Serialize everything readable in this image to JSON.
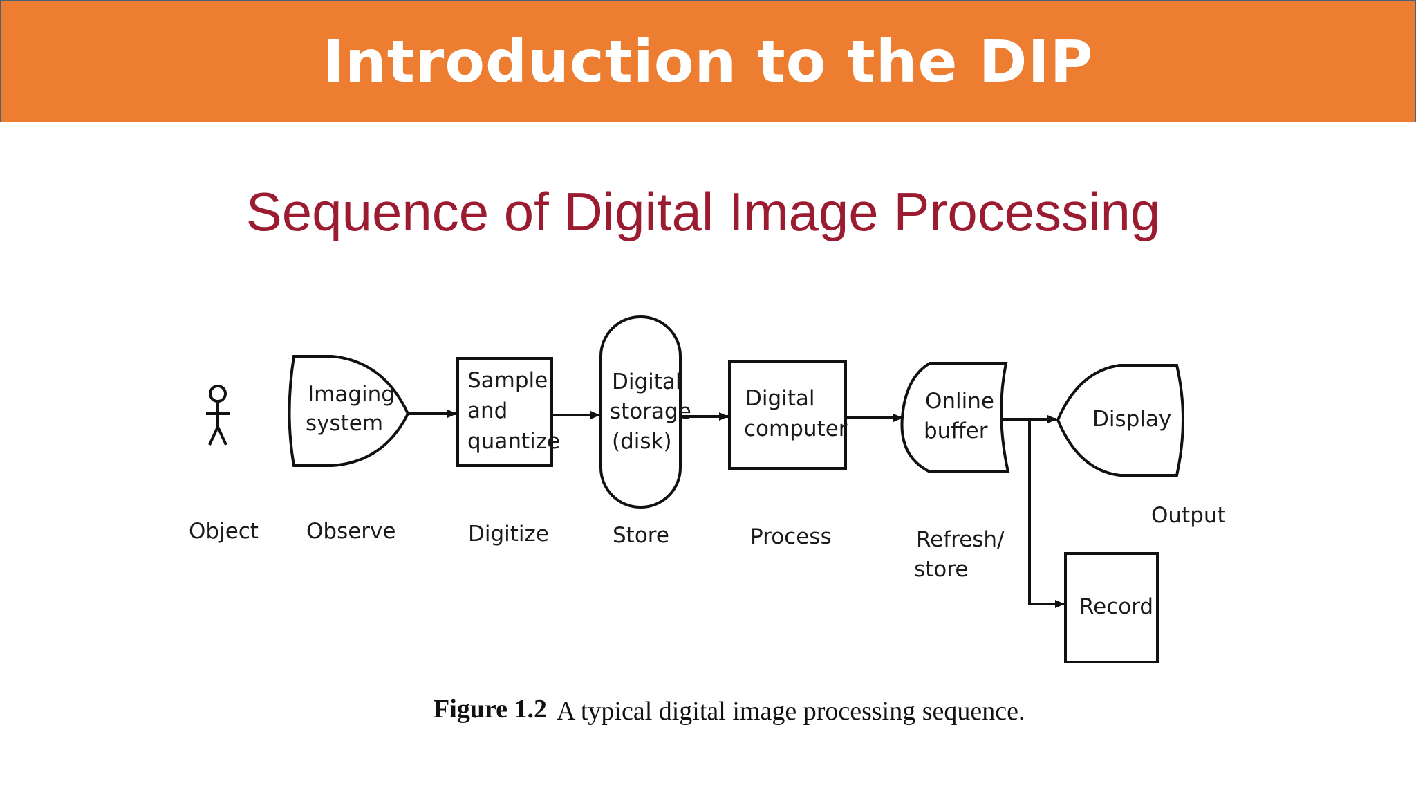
{
  "header": {
    "title": "Introduction to the DIP"
  },
  "diagram": {
    "title": "Sequence of Digital Image Processing",
    "nodes": {
      "imaging_system": [
        "Imaging",
        "system"
      ],
      "sample_quantize": [
        "Sample",
        "and",
        "quantize"
      ],
      "digital_storage": [
        "Digital",
        "storage",
        "(disk)"
      ],
      "digital_computer": [
        "Digital",
        "computer"
      ],
      "online_buffer": [
        "Online",
        "buffer"
      ],
      "display": [
        "Display"
      ],
      "record": [
        "Record"
      ]
    },
    "stage_labels": {
      "object": "Object",
      "observe": "Observe",
      "digitize": "Digitize",
      "store": "Store",
      "process": "Process",
      "refresh_store": [
        "Refresh/",
        "store"
      ],
      "output": "Output"
    },
    "caption": {
      "figure": "Figure 1.2",
      "text": "A typical digital image processing sequence."
    }
  }
}
